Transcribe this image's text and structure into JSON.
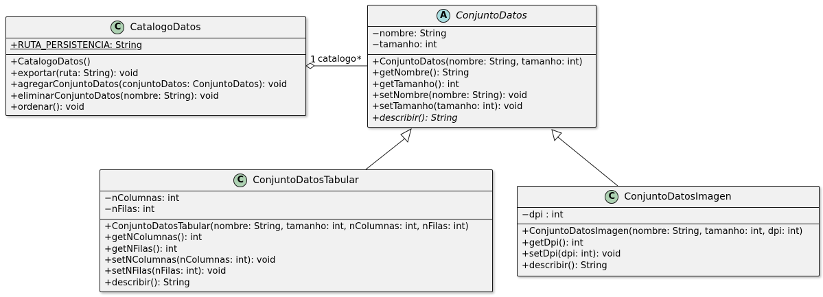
{
  "classes": {
    "catalogo": {
      "stereotype": "C",
      "name": "CatalogoDatos",
      "fields": [
        "+RUTA_PERSISTENCIA: String"
      ],
      "methods": [
        "+CatalogoDatos()",
        "+exportar(ruta: String): void",
        "+agregarConjuntoDatos(conjuntoDatos: ConjuntoDatos): void",
        "+eliminarConjuntoDatos(nombre: String): void",
        "+ordenar(): void"
      ]
    },
    "conjunto": {
      "stereotype": "A",
      "name": "ConjuntoDatos",
      "fields": [
        "−nombre: String",
        "−tamanho: int"
      ],
      "methods": [
        "+ConjuntoDatos(nombre: String, tamanho: int)",
        "+getNombre(): String",
        "+getTamanho(): int",
        "+setNombre(nombre: String): void",
        "+setTamanho(tamanho: int): void",
        "+describir(): String"
      ]
    },
    "tabular": {
      "stereotype": "C",
      "name": "ConjuntoDatosTabular",
      "fields": [
        "−nColumnas: int",
        "−nFilas: int"
      ],
      "methods": [
        "+ConjuntoDatosTabular(nombre: String, tamanho: int, nColumnas: int, nFilas: int)",
        "+getNColumnas(): int",
        "+getNFilas(): int",
        "+setNColumnas(nColumnas: int): void",
        "+setNFilas(nFilas: int): void",
        "+describir(): String"
      ]
    },
    "imagen": {
      "stereotype": "C",
      "name": "ConjuntoDatosImagen",
      "fields": [
        "−dpi : int"
      ],
      "methods": [
        "+ConjuntoDatosImagen(nombre: String, tamanho: int, dpi: int)",
        "+getDpi(): int",
        "+setDpi(dpi: int): void",
        "+describir(): String"
      ]
    }
  },
  "association": {
    "role": "catalogo",
    "mult_catalogo": "1",
    "mult_conjunto": "*"
  },
  "colors": {
    "class_bg": "#f1f1f1",
    "class_badge": "#add1b2",
    "abstract_badge": "#a9dcdf",
    "line": "#181818"
  }
}
